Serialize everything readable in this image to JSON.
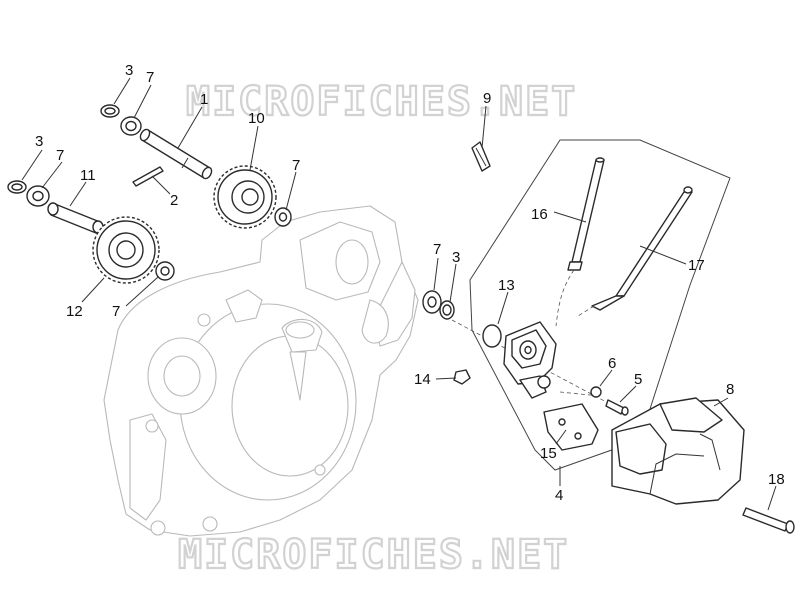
{
  "watermark": {
    "top": "MICROFICHES.NET",
    "bottom": "MICROFICHES.NET"
  },
  "callouts": [
    {
      "id": "c-3a",
      "text": "3"
    },
    {
      "id": "c-7a",
      "text": "7"
    },
    {
      "id": "c-1",
      "text": "1"
    },
    {
      "id": "c-10",
      "text": "10"
    },
    {
      "id": "c-3b",
      "text": "3"
    },
    {
      "id": "c-7b",
      "text": "7"
    },
    {
      "id": "c-11",
      "text": "11"
    },
    {
      "id": "c-2",
      "text": "2"
    },
    {
      "id": "c-7c",
      "text": "7"
    },
    {
      "id": "c-12",
      "text": "12"
    },
    {
      "id": "c-7d",
      "text": "7"
    },
    {
      "id": "c-9",
      "text": "9"
    },
    {
      "id": "c-16",
      "text": "16"
    },
    {
      "id": "c-17",
      "text": "17"
    },
    {
      "id": "c-7e",
      "text": "7"
    },
    {
      "id": "c-3c",
      "text": "3"
    },
    {
      "id": "c-13",
      "text": "13"
    },
    {
      "id": "c-14",
      "text": "14"
    },
    {
      "id": "c-6",
      "text": "6"
    },
    {
      "id": "c-5",
      "text": "5"
    },
    {
      "id": "c-8",
      "text": "8"
    },
    {
      "id": "c-15",
      "text": "15"
    },
    {
      "id": "c-4",
      "text": "4"
    },
    {
      "id": "c-18",
      "text": "18"
    }
  ]
}
